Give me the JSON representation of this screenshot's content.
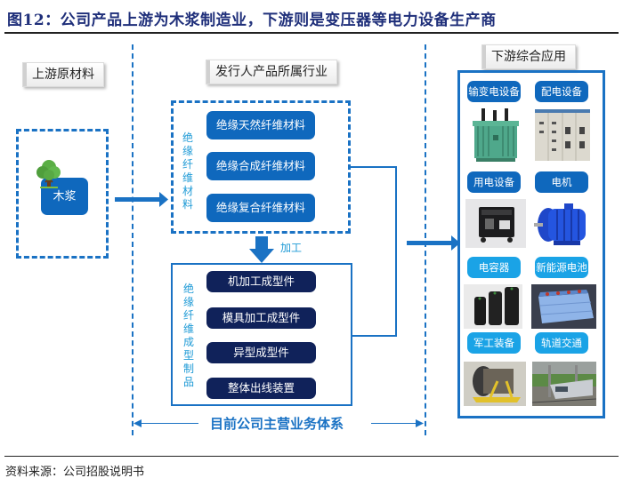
{
  "title": "图12：公司产品上游为木浆制造业，下游则是变压器等电力设备生产商",
  "source": "资料来源：公司招股说明书",
  "colors": {
    "title": "#1f2f7a",
    "accent_blue": "#1a72c4",
    "pill_blue": "#0f68bd",
    "pill_dark": "#10225a",
    "pill_cyan": "#1aa3e6",
    "label_cyan": "#1e9ad6"
  },
  "upstream": {
    "header": "上游原材料",
    "item": "木浆",
    "icon": "tree-icon"
  },
  "issuer": {
    "header": "发行人产品所属行业",
    "materials": {
      "vertical_label": "绝缘纤维材料",
      "items": [
        "绝缘天然纤维材料",
        "绝缘合成纤维材料",
        "绝缘复合纤维材料"
      ]
    },
    "process_label": "加工",
    "products": {
      "vertical_label": "绝缘纤维成型制品",
      "items": [
        "机加工成型件",
        "模具加工成型件",
        "异型成型件",
        "整体出线装置"
      ]
    },
    "business_label": "目前公司主营业务体系"
  },
  "downstream": {
    "header": "下游综合应用",
    "items": [
      {
        "label": "输变电设备",
        "image": "transformer"
      },
      {
        "label": "配电设备",
        "image": "switchgear-cabinet"
      },
      {
        "label": "用电设备",
        "image": "generator"
      },
      {
        "label": "电机",
        "image": "electric-motor"
      },
      {
        "label": "电容器",
        "image": "capacitors"
      },
      {
        "label": "新能源电池",
        "image": "battery-pack"
      },
      {
        "label": "军工装备",
        "image": "jet-engine"
      },
      {
        "label": "轨道交通",
        "image": "metro-train"
      }
    ]
  }
}
